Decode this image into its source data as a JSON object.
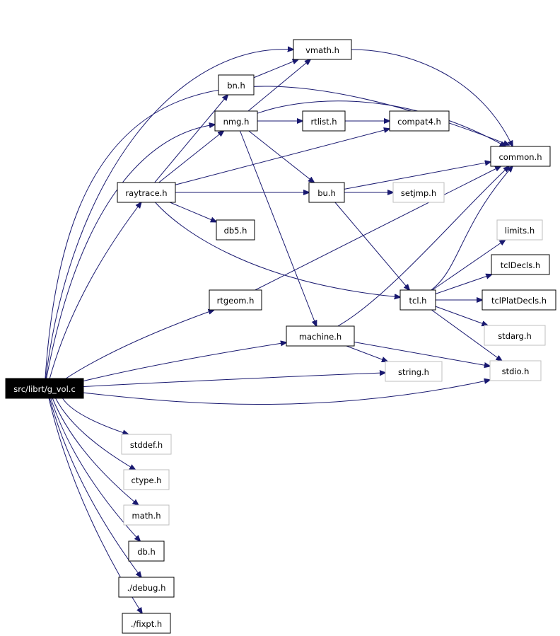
{
  "colors": {
    "edge": "#191970",
    "node_border": "#000000",
    "external_border": "#bfbfbf",
    "root_fill": "#000000",
    "root_text": "#ffffff"
  },
  "nodes": [
    {
      "id": "root",
      "label": "src/librt/g_vol.c",
      "kind": "root"
    },
    {
      "id": "vmath",
      "label": "vmath.h",
      "kind": "local"
    },
    {
      "id": "bn",
      "label": "bn.h",
      "kind": "local"
    },
    {
      "id": "nmg",
      "label": "nmg.h",
      "kind": "local"
    },
    {
      "id": "rtlist",
      "label": "rtlist.h",
      "kind": "local"
    },
    {
      "id": "compat4",
      "label": "compat4.h",
      "kind": "local"
    },
    {
      "id": "common",
      "label": "common.h",
      "kind": "local"
    },
    {
      "id": "raytrace",
      "label": "raytrace.h",
      "kind": "local"
    },
    {
      "id": "bu",
      "label": "bu.h",
      "kind": "local"
    },
    {
      "id": "setjmp",
      "label": "setjmp.h",
      "kind": "external"
    },
    {
      "id": "db5",
      "label": "db5.h",
      "kind": "local"
    },
    {
      "id": "limits",
      "label": "limits.h",
      "kind": "external"
    },
    {
      "id": "tclDecls",
      "label": "tclDecls.h",
      "kind": "local"
    },
    {
      "id": "rtgeom",
      "label": "rtgeom.h",
      "kind": "local"
    },
    {
      "id": "tcl",
      "label": "tcl.h",
      "kind": "local"
    },
    {
      "id": "tclPlatDecls",
      "label": "tclPlatDecls.h",
      "kind": "local"
    },
    {
      "id": "stdarg",
      "label": "stdarg.h",
      "kind": "external"
    },
    {
      "id": "machine",
      "label": "machine.h",
      "kind": "local"
    },
    {
      "id": "stdio",
      "label": "stdio.h",
      "kind": "external"
    },
    {
      "id": "string",
      "label": "string.h",
      "kind": "external"
    },
    {
      "id": "stddef",
      "label": "stddef.h",
      "kind": "external"
    },
    {
      "id": "ctype",
      "label": "ctype.h",
      "kind": "external"
    },
    {
      "id": "math",
      "label": "math.h",
      "kind": "external"
    },
    {
      "id": "db",
      "label": "db.h",
      "kind": "local"
    },
    {
      "id": "debug",
      "label": "./debug.h",
      "kind": "local"
    },
    {
      "id": "fixpt",
      "label": "./fixpt.h",
      "kind": "local"
    }
  ],
  "edges": [
    [
      "root",
      "common"
    ],
    [
      "root",
      "vmath"
    ],
    [
      "root",
      "nmg"
    ],
    [
      "root",
      "raytrace"
    ],
    [
      "root",
      "rtgeom"
    ],
    [
      "root",
      "machine"
    ],
    [
      "root",
      "string"
    ],
    [
      "root",
      "stdio"
    ],
    [
      "root",
      "stddef"
    ],
    [
      "root",
      "ctype"
    ],
    [
      "root",
      "math"
    ],
    [
      "root",
      "db"
    ],
    [
      "root",
      "debug"
    ],
    [
      "root",
      "fixpt"
    ],
    [
      "vmath",
      "common"
    ],
    [
      "bn",
      "vmath"
    ],
    [
      "nmg",
      "vmath"
    ],
    [
      "nmg",
      "common"
    ],
    [
      "nmg",
      "rtlist"
    ],
    [
      "nmg",
      "bu"
    ],
    [
      "nmg",
      "machine"
    ],
    [
      "rtlist",
      "compat4"
    ],
    [
      "raytrace",
      "bn"
    ],
    [
      "raytrace",
      "nmg"
    ],
    [
      "raytrace",
      "compat4"
    ],
    [
      "raytrace",
      "bu"
    ],
    [
      "raytrace",
      "db5"
    ],
    [
      "raytrace",
      "tcl"
    ],
    [
      "bu",
      "common"
    ],
    [
      "bu",
      "setjmp"
    ],
    [
      "bu",
      "tcl"
    ],
    [
      "rtgeom",
      "common"
    ],
    [
      "tcl",
      "common"
    ],
    [
      "tcl",
      "limits"
    ],
    [
      "tcl",
      "tclDecls"
    ],
    [
      "tcl",
      "tclPlatDecls"
    ],
    [
      "tcl",
      "stdarg"
    ],
    [
      "tcl",
      "stdio"
    ],
    [
      "machine",
      "common"
    ],
    [
      "machine",
      "string"
    ],
    [
      "machine",
      "stdio"
    ]
  ]
}
